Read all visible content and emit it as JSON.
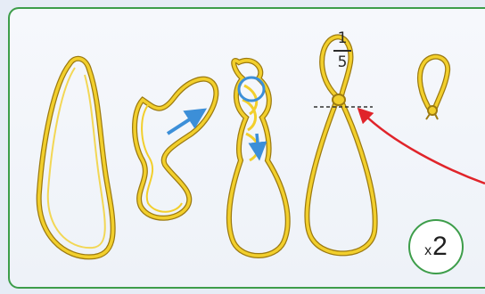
{
  "fraction": {
    "numerator": "1",
    "denominator": "5"
  },
  "multiplier": {
    "prefix": "x",
    "count": "2"
  },
  "colors": {
    "border": "#3d9d4a",
    "cord": "#f2cf2c",
    "cord_outline": "#9c7a10",
    "direction_arrow": "#3c8fd8",
    "pointer_arrow": "#e0242a",
    "cut_line": "#333333"
  },
  "icons": [
    "direction-arrow-icon",
    "direction-arrow-icon",
    "pointer-arrow-icon",
    "cut-line-icon"
  ]
}
